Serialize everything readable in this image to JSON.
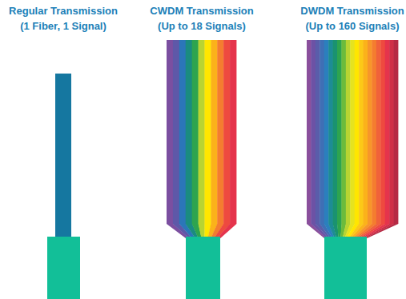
{
  "diagram": {
    "labels": [
      "Regular Transmission (1 Fiber, 1 Signal)",
      "CWDM Transmission (Up to 18 Signals)",
      "DWDM Transmission (Up to 160 Signals)"
    ]
  }
}
